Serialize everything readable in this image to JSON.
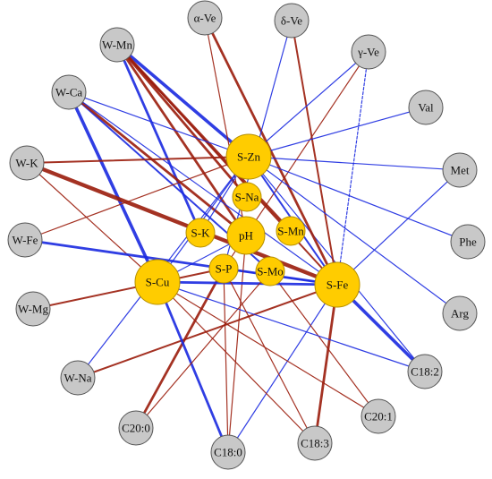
{
  "colors": {
    "positive_edge": "#9b1c0c",
    "negative_edge": "#1a2ae0",
    "soil_node_fill": "#ffcc00",
    "soil_node_stroke": "#b58f00",
    "other_node_fill": "#c8c8c8",
    "other_node_stroke": "#555555"
  },
  "nodes": [
    {
      "id": "aVe",
      "label": "α-Ve",
      "group": "outer"
    },
    {
      "id": "dVe",
      "label": "δ-Ve",
      "group": "outer"
    },
    {
      "id": "gVe",
      "label": "γ-Ve",
      "group": "outer"
    },
    {
      "id": "Val",
      "label": "Val",
      "group": "outer"
    },
    {
      "id": "Met",
      "label": "Met",
      "group": "outer"
    },
    {
      "id": "Phe",
      "label": "Phe",
      "group": "outer"
    },
    {
      "id": "Arg",
      "label": "Arg",
      "group": "outer"
    },
    {
      "id": "C182",
      "label": "C18:2",
      "group": "outer"
    },
    {
      "id": "C201",
      "label": "C20:1",
      "group": "outer"
    },
    {
      "id": "C183",
      "label": "C18:3",
      "group": "outer"
    },
    {
      "id": "C180",
      "label": "C18:0",
      "group": "outer"
    },
    {
      "id": "C200",
      "label": "C20:0",
      "group": "outer"
    },
    {
      "id": "WNa",
      "label": "W-Na",
      "group": "outer"
    },
    {
      "id": "WMg",
      "label": "W-Mg",
      "group": "outer"
    },
    {
      "id": "WFe",
      "label": "W-Fe",
      "group": "outer"
    },
    {
      "id": "WK",
      "label": "W-K",
      "group": "outer"
    },
    {
      "id": "WCa",
      "label": "W-Ca",
      "group": "outer"
    },
    {
      "id": "WMn",
      "label": "W-Mn",
      "group": "outer"
    },
    {
      "id": "SZn",
      "label": "S-Zn",
      "group": "soil"
    },
    {
      "id": "SNa",
      "label": "S-Na",
      "group": "soil"
    },
    {
      "id": "SK",
      "label": "S-K",
      "group": "soil"
    },
    {
      "id": "pH",
      "label": "pH",
      "group": "soil"
    },
    {
      "id": "SMn",
      "label": "S-Mn",
      "group": "soil"
    },
    {
      "id": "SP",
      "label": "S-P",
      "group": "soil"
    },
    {
      "id": "SMo",
      "label": "S-Mo",
      "group": "soil"
    },
    {
      "id": "SCu",
      "label": "S-Cu",
      "group": "soil"
    },
    {
      "id": "SFe",
      "label": "S-Fe",
      "group": "soil"
    }
  ],
  "edges": [
    {
      "from": "WMn",
      "to": "SZn",
      "sign": "negative",
      "weight": 4
    },
    {
      "from": "WMn",
      "to": "SK",
      "sign": "negative",
      "weight": 3
    },
    {
      "from": "WMn",
      "to": "SNa",
      "sign": "positive",
      "weight": 3
    },
    {
      "from": "WMn",
      "to": "SMn",
      "sign": "positive",
      "weight": 3
    },
    {
      "from": "WMn",
      "to": "SFe",
      "sign": "positive",
      "weight": 2
    },
    {
      "from": "WMn",
      "to": "pH",
      "sign": "positive",
      "weight": 3
    },
    {
      "from": "WCa",
      "to": "SCu",
      "sign": "negative",
      "weight": 4
    },
    {
      "from": "WCa",
      "to": "SZn",
      "sign": "negative",
      "weight": 1
    },
    {
      "from": "WCa",
      "to": "SMo",
      "sign": "negative",
      "weight": 2
    },
    {
      "from": "WCa",
      "to": "pH",
      "sign": "positive",
      "weight": 3
    },
    {
      "from": "WCa",
      "to": "SFe",
      "sign": "negative",
      "weight": 1
    },
    {
      "from": "WK",
      "to": "SZn",
      "sign": "positive",
      "weight": 2
    },
    {
      "from": "WK",
      "to": "SFe",
      "sign": "positive",
      "weight": 5
    },
    {
      "from": "WK",
      "to": "SCu",
      "sign": "positive",
      "weight": 1
    },
    {
      "from": "WFe",
      "to": "SFe",
      "sign": "negative",
      "weight": 3
    },
    {
      "from": "WFe",
      "to": "SZn",
      "sign": "positive",
      "weight": 1
    },
    {
      "from": "WMg",
      "to": "SP",
      "sign": "positive",
      "weight": 2
    },
    {
      "from": "WNa",
      "to": "SFe",
      "sign": "positive",
      "weight": 2
    },
    {
      "from": "WNa",
      "to": "SZn",
      "sign": "negative",
      "weight": 1
    },
    {
      "from": "C200",
      "to": "SP",
      "sign": "positive",
      "weight": 3
    },
    {
      "from": "C180",
      "to": "SCu",
      "sign": "negative",
      "weight": 3
    },
    {
      "from": "C180",
      "to": "SFe",
      "sign": "negative",
      "weight": 1
    },
    {
      "from": "C180",
      "to": "pH",
      "sign": "positive",
      "weight": 1
    },
    {
      "from": "C180",
      "to": "SP",
      "sign": "positive",
      "weight": 1
    },
    {
      "from": "C183",
      "to": "SFe",
      "sign": "positive",
      "weight": 3
    },
    {
      "from": "C183",
      "to": "SCu",
      "sign": "positive",
      "weight": 1
    },
    {
      "from": "C201",
      "to": "SCu",
      "sign": "positive",
      "weight": 1
    },
    {
      "from": "C201",
      "to": "SMo",
      "sign": "positive",
      "weight": 1
    },
    {
      "from": "C182",
      "to": "SFe",
      "sign": "negative",
      "weight": 4
    },
    {
      "from": "C182",
      "to": "SZn",
      "sign": "negative",
      "weight": 1
    },
    {
      "from": "C182",
      "to": "SCu",
      "sign": "negative",
      "weight": 1
    },
    {
      "from": "aVe",
      "to": "SFe",
      "sign": "positive",
      "weight": 3
    },
    {
      "from": "aVe",
      "to": "pH",
      "sign": "positive",
      "weight": 1
    },
    {
      "from": "dVe",
      "to": "SFe",
      "sign": "positive",
      "weight": 2
    },
    {
      "from": "dVe",
      "to": "SP",
      "sign": "negative",
      "weight": 1
    },
    {
      "from": "gVe",
      "to": "SFe",
      "sign": "negative",
      "weight": 1,
      "dashed": true
    },
    {
      "from": "gVe",
      "to": "SZn",
      "sign": "negative",
      "weight": 1
    },
    {
      "from": "gVe",
      "to": "SP",
      "sign": "positive",
      "weight": 1
    },
    {
      "from": "Val",
      "to": "SZn",
      "sign": "negative",
      "weight": 1
    },
    {
      "from": "Met",
      "to": "SZn",
      "sign": "negative",
      "weight": 1
    },
    {
      "from": "Met",
      "to": "SFe",
      "sign": "negative",
      "weight": 1
    },
    {
      "from": "Phe",
      "to": "SZn",
      "sign": "negative",
      "weight": 1
    },
    {
      "from": "Arg",
      "to": "SZn",
      "sign": "negative",
      "weight": 1
    },
    {
      "from": "SZn",
      "to": "SCu",
      "sign": "negative",
      "weight": 1
    },
    {
      "from": "SZn",
      "to": "SFe",
      "sign": "negative",
      "weight": 2
    },
    {
      "from": "SZn",
      "to": "SK",
      "sign": "negative",
      "weight": 1
    },
    {
      "from": "SCu",
      "to": "SFe",
      "sign": "negative",
      "weight": 3
    },
    {
      "from": "SCu",
      "to": "pH",
      "sign": "negative",
      "weight": 1
    },
    {
      "from": "SP",
      "to": "SFe",
      "sign": "negative",
      "weight": 1
    },
    {
      "from": "SP",
      "to": "C183",
      "sign": "positive",
      "weight": 1
    },
    {
      "from": "SMo",
      "to": "C200",
      "sign": "positive",
      "weight": 1
    }
  ]
}
